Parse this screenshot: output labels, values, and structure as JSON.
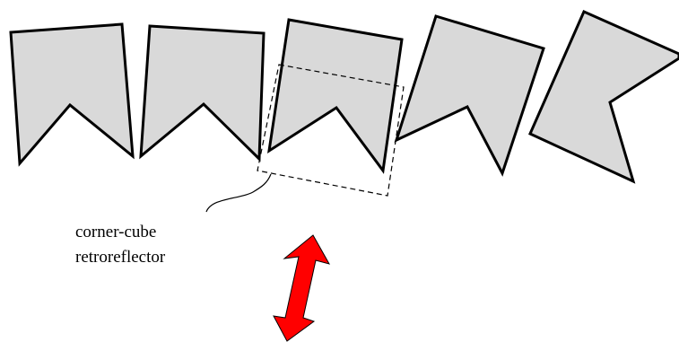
{
  "figure": {
    "type": "schematic",
    "subject": "row of hinged corner-cube retroreflector elements with motion arrow",
    "annotation": {
      "line1": "corner-cube",
      "line2": "retroreflector"
    },
    "element_count": 5,
    "colors": {
      "element_fill": "#d9d9d9",
      "element_stroke": "#000000",
      "arrow_fill": "#ff0000",
      "arrow_stroke": "#000000",
      "dashed_box_stroke": "#000000",
      "background": "#ffffff"
    }
  }
}
